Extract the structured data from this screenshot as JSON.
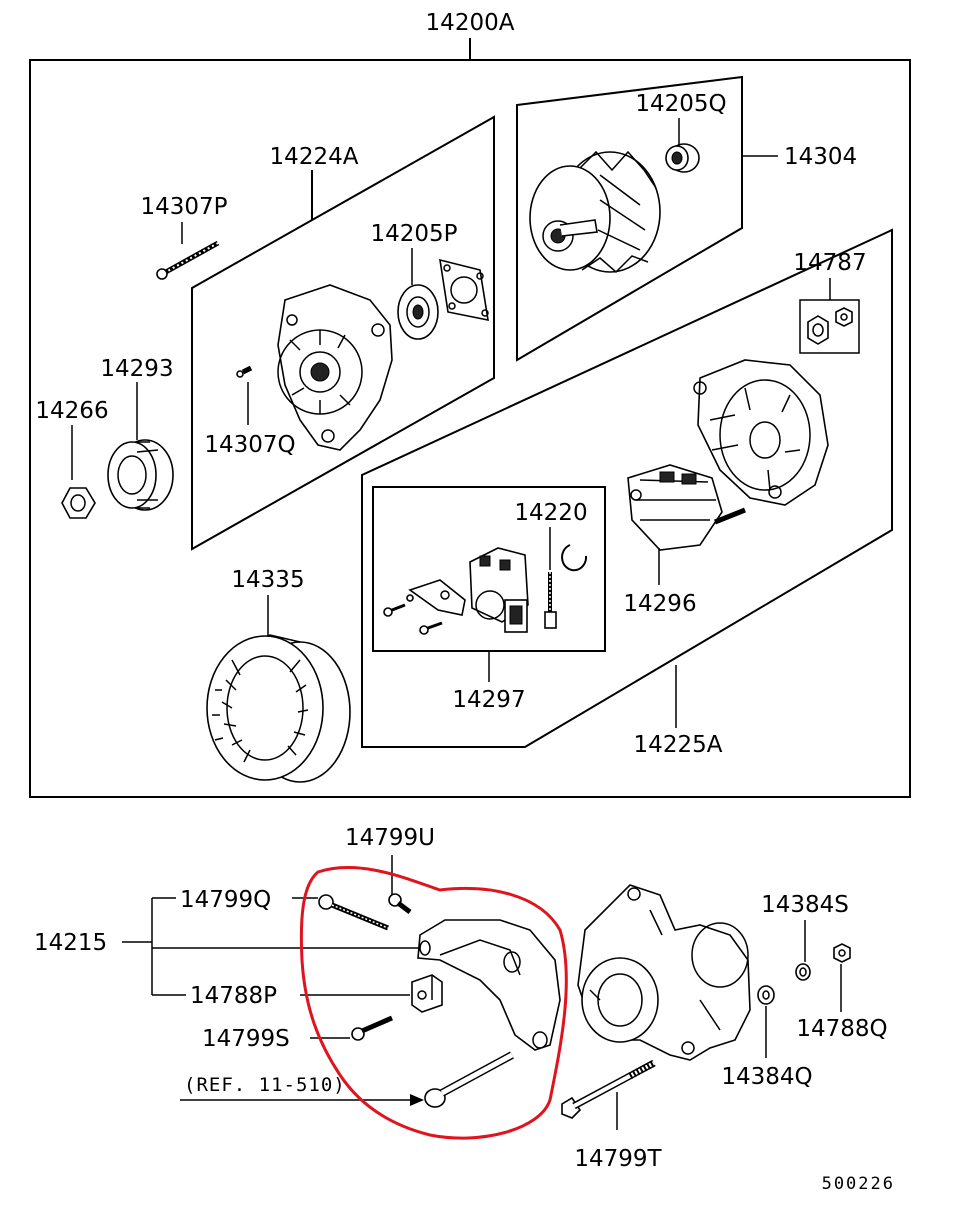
{
  "labels": {
    "p14200A": "14200A",
    "p14224A": "14224A",
    "p14307P": "14307P",
    "p14205P": "14205P",
    "p14293": "14293",
    "p14266": "14266",
    "p14307Q": "14307Q",
    "p14205Q": "14205Q",
    "p14304": "14304",
    "p14787": "14787",
    "p14220": "14220",
    "p14296": "14296",
    "p14335": "14335",
    "p14297": "14297",
    "p14225A": "14225A",
    "p14799U": "14799U",
    "p14799Q": "14799Q",
    "p14215": "14215",
    "p14788P": "14788P",
    "p14799S": "14799S",
    "p14384S": "14384S",
    "p14788Q": "14788Q",
    "p14384Q": "14384Q",
    "p14799T": "14799T"
  },
  "reference": "(REF. 11-510)",
  "diagram_code": "500226",
  "colors": {
    "line": "#000000",
    "highlight": "#e0141e",
    "background": "#ffffff"
  }
}
